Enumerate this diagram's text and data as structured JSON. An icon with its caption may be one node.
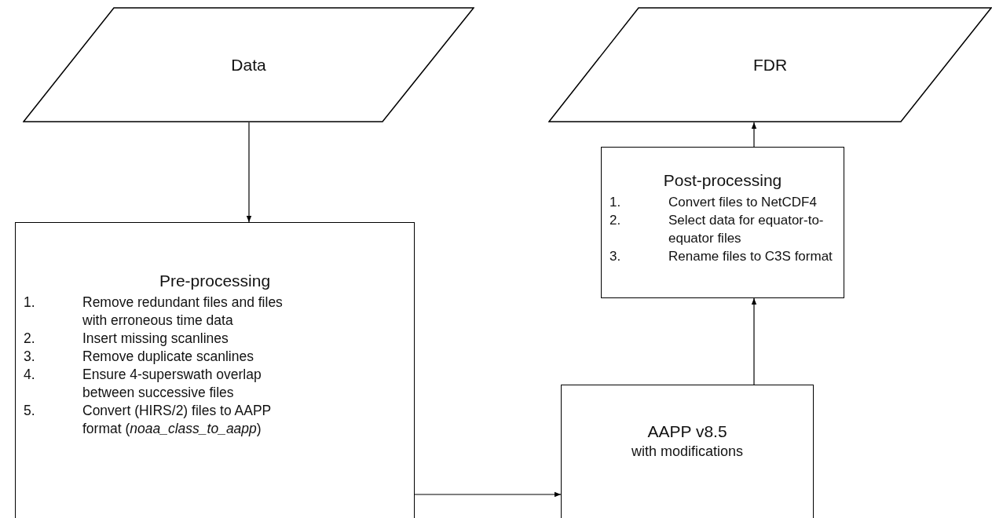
{
  "diagram": {
    "nodes": [
      {
        "text": [
          "Data"
        ]
      },
      {
        "text": [
          "FDR"
        ]
      },
      {
        "text": [
          "Pre-processing",
          "1.",
          "Remove redundant files and files with erroneous time data",
          "2.",
          "Insert missing scanlines",
          "3.",
          "Remove duplicate scanlines",
          "4.",
          "Ensure 4-superswath overlap between successive files",
          "5.",
          "Convert (HIRS/2) files to AAPP format (*noaa_class_to_aapp*)"
        ]
      },
      {
        "text": [
          "Post-processing",
          "1.",
          "Convert files to NetCDF4",
          "2.",
          "Select data for equator-to-equator files",
          "3.",
          "Rename files to C3S format"
        ]
      },
      {
        "text": [
          "AAPP v8.5",
          "with modifications"
        ]
      }
    ],
    "edges": [
      {
        "from": 0,
        "to": 2,
        "arrow": "to"
      },
      {
        "from": 2,
        "to": 4,
        "arrow": "to"
      },
      {
        "from": 4,
        "to": 3,
        "arrow": "to"
      },
      {
        "from": 3,
        "to": 1,
        "arrow": "to"
      }
    ]
  }
}
